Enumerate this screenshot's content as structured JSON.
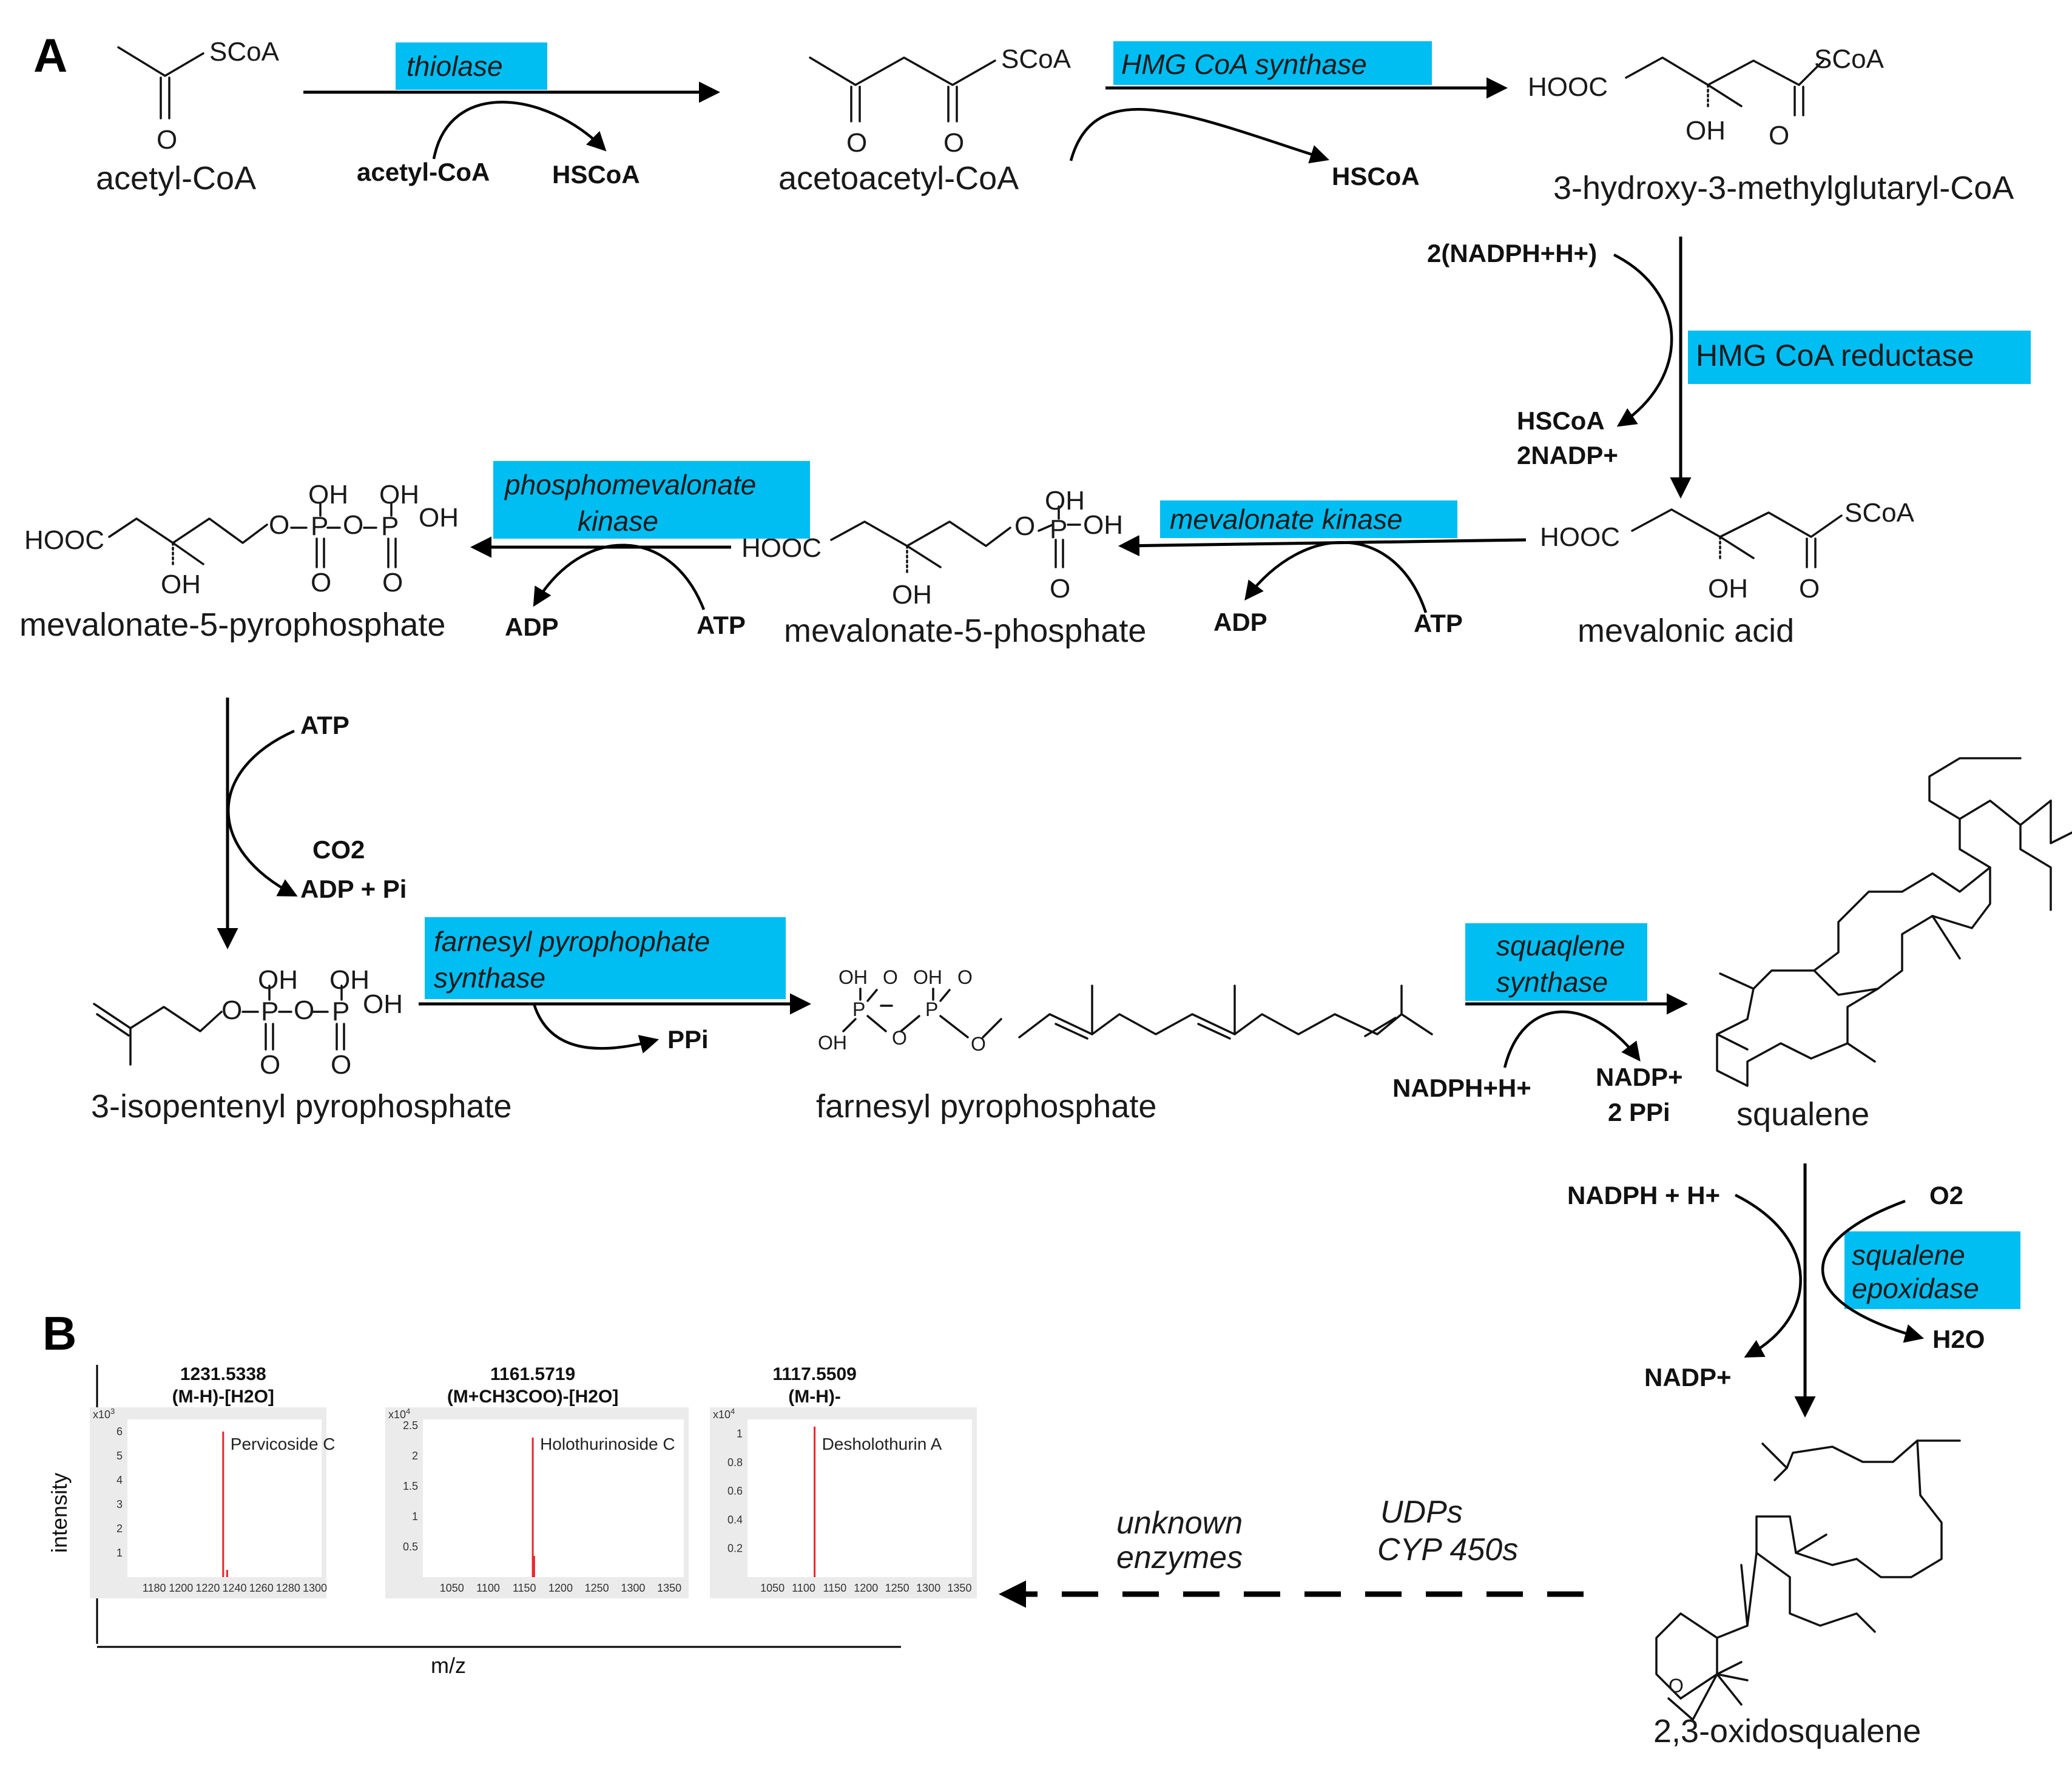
{
  "panels": {
    "a": "A",
    "b": "B"
  },
  "compounds": {
    "acetyl_coa": "acetyl-CoA",
    "acetoacetyl_coa": "acetoacetyl-CoA",
    "hmg_coa": "3-hydroxy-3-methylglutaryl-CoA",
    "mevalonic_acid": "mevalonic acid",
    "mevalonate_5_phosphate": "mevalonate-5-phosphate",
    "mevalonate_5_pyrophosphate": "mevalonate-5-pyrophosphate",
    "isopentenyl_pp": "3-isopentenyl pyrophosphate",
    "farnesyl_pp": "farnesyl pyrophosphate",
    "squalene": "squalene",
    "oxidosqualene": "2,3-oxidosqualene"
  },
  "enzymes": {
    "thiolase": "thiolase",
    "hmg_synthase": "HMG CoA synthase",
    "hmg_reductase": "HMG CoA reductase",
    "mevalonate_kinase": "mevalonate kinase",
    "phosphomevalonate_kinase_1": "phosphomevalonate",
    "phosphomevalonate_kinase_2": "kinase",
    "fpp_synthase_1": "farnesyl pyrophophate",
    "fpp_synthase_2": "synthase",
    "squalene_synthase_1": "squaqlene",
    "squalene_synthase_2": "synthase",
    "squalene_epoxidase_1": "squalene",
    "squalene_epoxidase_2": "epoxidase"
  },
  "cofactors": {
    "acetyl_coa_in": "acetyl-CoA",
    "hscoa_out_1": "HSCoA",
    "hscoa_out_2": "HSCoA",
    "nadph_in": "2(NADPH+H+)",
    "hscoa_out_3": "HSCoA",
    "nadp_out": "2NADP+",
    "atp_mk": "ATP",
    "adp_mk": "ADP",
    "atp_pmk": "ATP",
    "adp_pmk": "ADP",
    "atp_dec": "ATP",
    "co2_dec": "CO2",
    "adp_pi_dec": "ADP + Pi",
    "ppi_fps": "PPi",
    "nadph_sqs": "NADPH+H+",
    "nadp_sqs": "NADP+",
    "ppi_sqs": "2 PPi",
    "nadph_se": "NADPH + H+",
    "o2_se": "O2",
    "nadp_se": "NADP+",
    "h2o_se": "H2O"
  },
  "atoms": {
    "scoa": "SCoA",
    "o": "O",
    "oh": "OH",
    "hooc": "HOOC",
    "p": "P",
    "oh_small": "OH",
    "o_small": "O",
    "p_small": "P"
  },
  "downstream": {
    "unknown_1": "unknown",
    "unknown_2": "enzymes",
    "udps": "UDPs",
    "cyp": "CYP 450s"
  },
  "colors": {
    "enzyme_box": "#00bdf2",
    "peak": "#e8262b",
    "plot_bg": "#ebebeb"
  },
  "chart_data": {
    "type": "line",
    "xlabel": "m/z",
    "ylabel": "intensity",
    "spectra": [
      {
        "peak_mz": "1231.5338",
        "ion": "(M-H)-[H2O]",
        "compound": "Pervicoside C",
        "scale_label": "x10",
        "scale_exp": "3",
        "xticks": [
          "1180",
          "1200",
          "1220",
          "1240",
          "1260",
          "1280",
          "1300"
        ],
        "yticks": [
          "1",
          "2",
          "3",
          "4",
          "5",
          "6"
        ],
        "xlim": [
          1160,
          1305
        ],
        "ylim": [
          0,
          6.5
        ],
        "peaks": [
          [
            1231.5,
            6.0
          ],
          [
            1234.5,
            0.3
          ]
        ]
      },
      {
        "peak_mz": "1161.5719",
        "ion": "(M+CH3COO)-[H2O]",
        "compound": "Holothurinoside C",
        "scale_label": "x10",
        "scale_exp": "4",
        "xticks": [
          "1050",
          "1100",
          "1150",
          "1200",
          "1250",
          "1300",
          "1350"
        ],
        "yticks": [
          "0.5",
          "1",
          "1.5",
          "2",
          "2.5"
        ],
        "xlim": [
          1010,
          1370
        ],
        "ylim": [
          0,
          2.6
        ],
        "peaks": [
          [
            1161.6,
            2.3
          ],
          [
            1163.5,
            0.35
          ]
        ]
      },
      {
        "peak_mz": "1117.5509",
        "ion": "(M-H)-",
        "compound": "Desholothurin A",
        "scale_label": "x10",
        "scale_exp": "4",
        "xticks": [
          "1050",
          "1100",
          "1150",
          "1200",
          "1250",
          "1300",
          "1350"
        ],
        "yticks": [
          "0.2",
          "0.4",
          "0.6",
          "0.8",
          "1"
        ],
        "xlim": [
          1010,
          1370
        ],
        "ylim": [
          0,
          1.1
        ],
        "peaks": [
          [
            1117.6,
            1.05
          ]
        ]
      }
    ]
  }
}
